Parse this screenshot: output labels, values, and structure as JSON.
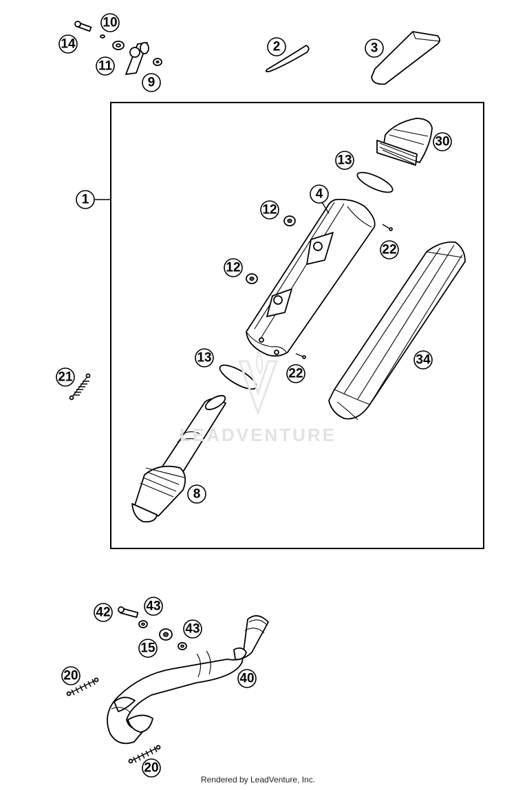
{
  "callouts": {
    "c1": "1",
    "c2": "2",
    "c3": "3",
    "c4": "4",
    "c8": "8",
    "c9": "9",
    "c10": "10",
    "c11": "11",
    "c12a": "12",
    "c12b": "12",
    "c13a": "13",
    "c13b": "13",
    "c14": "14",
    "c15": "15",
    "c20a": "20",
    "c20b": "20",
    "c21": "21",
    "c22a": "22",
    "c22b": "22",
    "c30": "30",
    "c34": "34",
    "c40": "40",
    "c42": "42",
    "c43a": "43",
    "c43b": "43"
  },
  "watermark": "LEADVENTURE",
  "footer": {
    "credit": "Rendered by LeadVenture, Inc."
  }
}
